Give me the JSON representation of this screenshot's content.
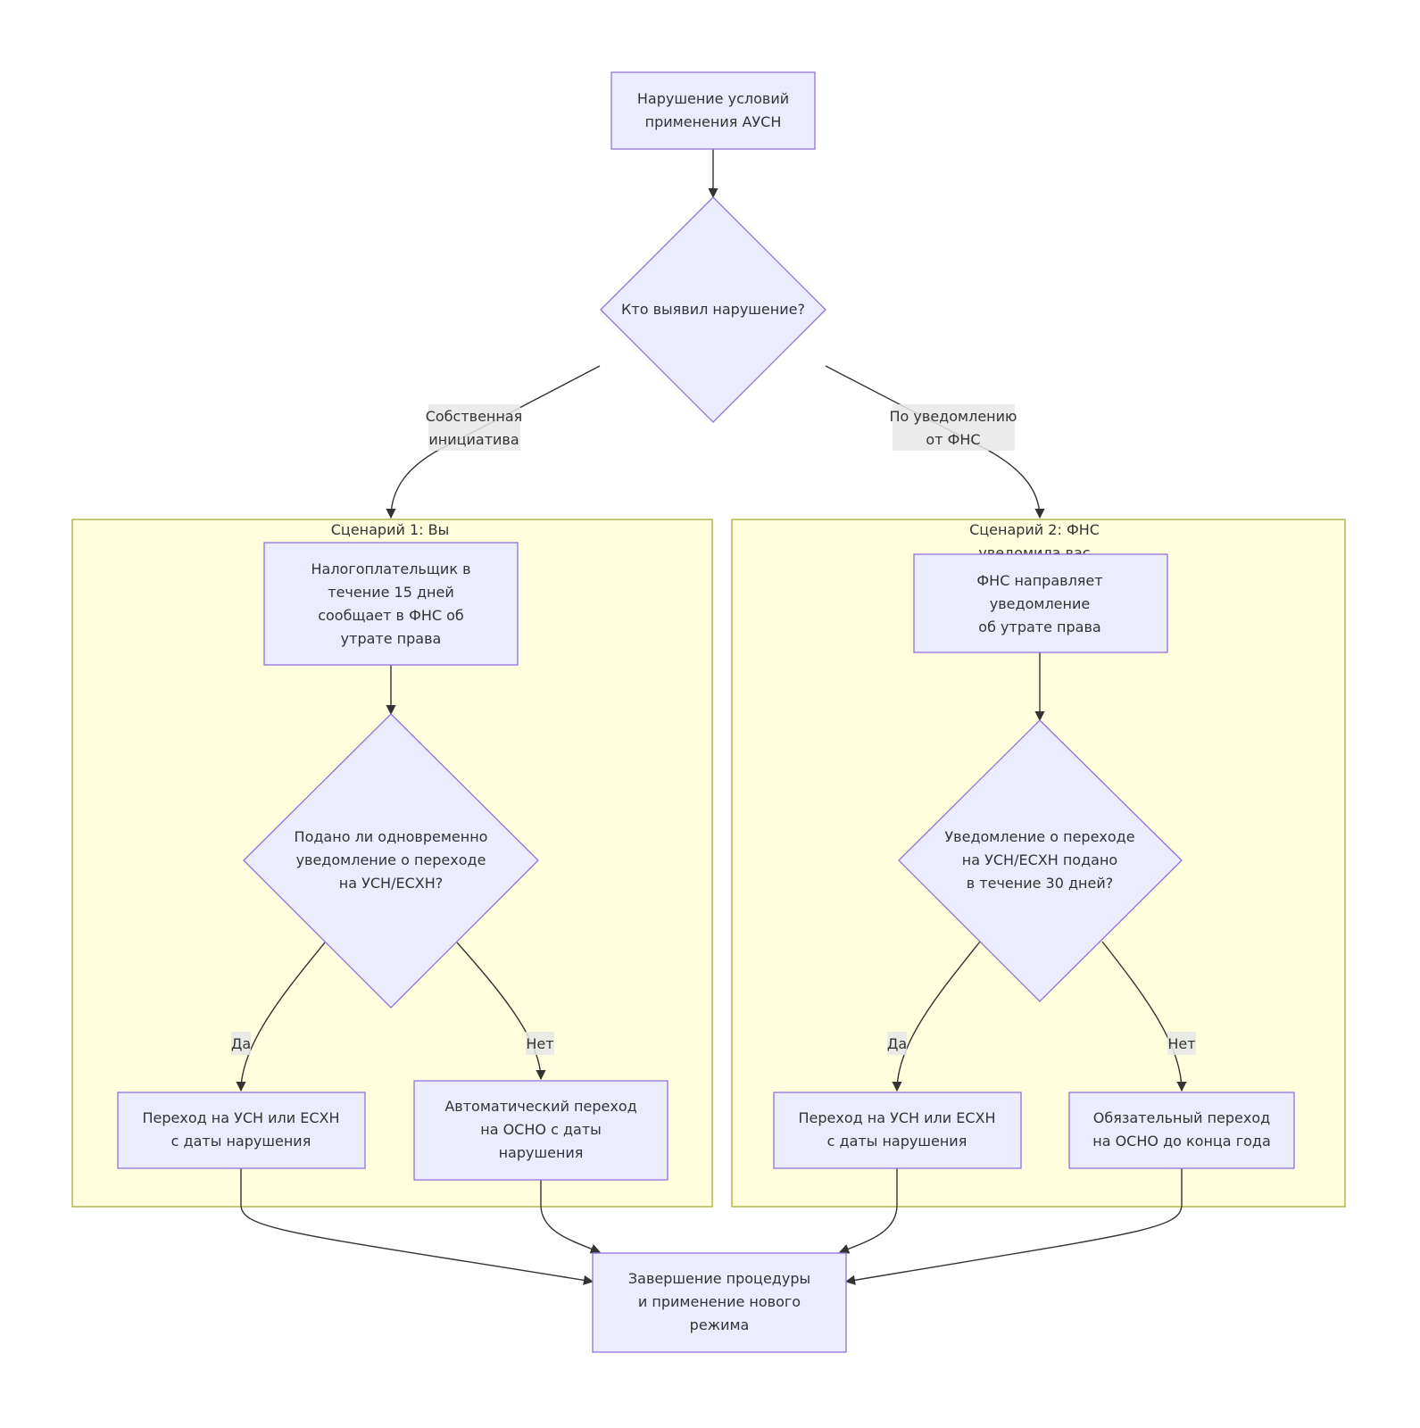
{
  "nodes": {
    "start": [
      "Нарушение условий",
      "применения АУСН"
    ],
    "who": [
      "Кто выявил нарушение?"
    ],
    "s1_notify": [
      "Налогоплательщик в",
      "течение 15 дней",
      "сообщает в ФНС об",
      "утрате права"
    ],
    "s1_question": [
      "Подано ли одновременно",
      "уведомление о переходе",
      "на УСН/ЕСХН?"
    ],
    "s1_yes": [
      "Переход на УСН или ЕСХН",
      "с даты нарушения"
    ],
    "s1_no": [
      "Автоматический переход",
      "на ОСНО с даты",
      "нарушения"
    ],
    "s2_notify": [
      "ФНС направляет",
      "уведомление",
      "об утрате права"
    ],
    "s2_question": [
      "Уведомление о переходе",
      "на УСН/ЕСХН подано",
      "в течение 30 дней?"
    ],
    "s2_yes": [
      "Переход на УСН или ЕСХН",
      "с даты нарушения"
    ],
    "s2_no": [
      "Обязательный переход",
      "на ОСНО до конца года"
    ],
    "end": [
      "Завершение процедуры",
      "и применение нового",
      "режима"
    ]
  },
  "clusters": {
    "c1": [
      "Сценарий 1: Вы"
    ],
    "c2": [
      "Сценарий 2: ФНС",
      "уведомила вас"
    ]
  },
  "edge_labels": {
    "own": [
      "Собственная",
      "инициатива"
    ],
    "fns": [
      "По уведомлению",
      "от ФНС"
    ],
    "s1_yes": [
      "Да"
    ],
    "s1_no": [
      "Нет"
    ],
    "s2_yes": [
      "Да"
    ],
    "s2_no": [
      "Нет"
    ]
  }
}
